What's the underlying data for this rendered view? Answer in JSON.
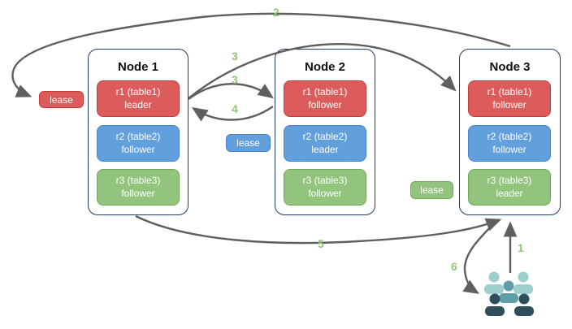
{
  "diagram_title": "raft-leaders-and-leaseholders-diagram",
  "nodes": [
    {
      "title": "Node 1",
      "replicas": [
        {
          "name": "r1 (table1)",
          "role": "leader",
          "color": "red"
        },
        {
          "name": "r2 (table2)",
          "role": "follower",
          "color": "blue"
        },
        {
          "name": "r3 (table3)",
          "role": "follower",
          "color": "green"
        }
      ]
    },
    {
      "title": "Node 2",
      "replicas": [
        {
          "name": "r1 (table1)",
          "role": "follower",
          "color": "red"
        },
        {
          "name": "r2 (table2)",
          "role": "leader",
          "color": "blue"
        },
        {
          "name": "r3 (table3)",
          "role": "follower",
          "color": "green"
        }
      ]
    },
    {
      "title": "Node 3",
      "replicas": [
        {
          "name": "r1 (table1)",
          "role": "follower",
          "color": "red"
        },
        {
          "name": "r2 (table2)",
          "role": "follower",
          "color": "blue"
        },
        {
          "name": "r3 (table3)",
          "role": "leader",
          "color": "green"
        }
      ]
    }
  ],
  "leases": [
    {
      "text": "lease",
      "color": "red"
    },
    {
      "text": "lease",
      "color": "blue"
    },
    {
      "text": "lease",
      "color": "green"
    }
  ],
  "steps": {
    "s1": "1",
    "s2": "2",
    "s3a": "3",
    "s3b": "3",
    "s4": "4",
    "s5": "5",
    "s6": "6"
  },
  "icons": {
    "users_group": "users-group-icon"
  },
  "colors": {
    "replica_red": "#dc5b5b",
    "replica_red_border": "#c23b3b",
    "replica_blue": "#61a0dc",
    "replica_blue_border": "#4484c8",
    "replica_green": "#93c47d",
    "replica_green_border": "#71a656",
    "node_border": "#1f3b60",
    "arrow": "#5f5f5f",
    "step_number": "#8fc778",
    "users_light": "#9ccfce",
    "users_mid": "#5e9ea6",
    "users_dark": "#2e4e5c"
  }
}
